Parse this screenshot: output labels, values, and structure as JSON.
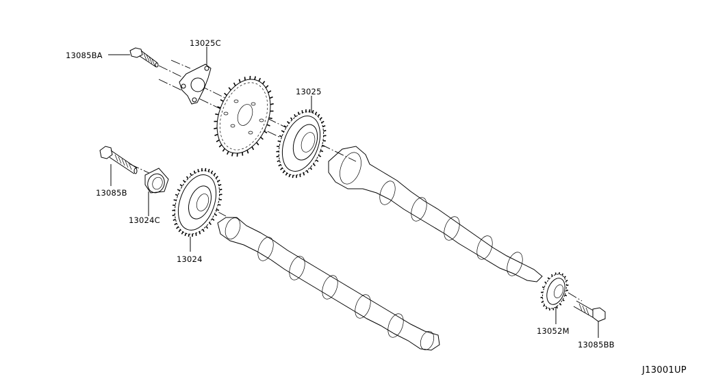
{
  "diagram": {
    "code": "J13001UP",
    "labels": {
      "bolt_a": "13085BA",
      "plate": "13025C",
      "sprocket": "13025",
      "bolt_b": "13085B",
      "washer": "13024C",
      "gear": "13024",
      "small_gear": "13052M",
      "bolt_bb": "13085BB"
    }
  }
}
